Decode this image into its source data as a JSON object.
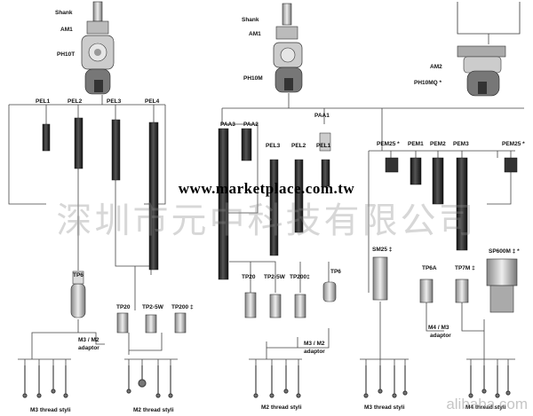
{
  "labels": {
    "left_shank": "Shank",
    "left_am1": "AM1",
    "left_head": "PH10T",
    "pel1_left": "PEL1",
    "pel2_left": "PEL2",
    "pel3_left": "PEL3",
    "pel4_left": "PEL4",
    "tp6_left": "TP6",
    "tp20_left": "TP20",
    "tp2_5w_left": "TP2-5W",
    "tp200_left": "TP200 ‡",
    "adaptor_left": "M3 / M2",
    "adaptor_left_2": "adaptor",
    "styli_m3_left": "M3 thread styli",
    "styli_m2_left": "M2 thread styli",
    "mid_shank": "Shank",
    "mid_am1": "AM1",
    "mid_head": "PH10M",
    "right_am2": "AM2",
    "right_head": "PH10MQ *",
    "paa1": "PAA1",
    "paa3": "PAA3",
    "paa2": "PAA2",
    "pel3_mid": "PEL3",
    "pel2_mid": "PEL2",
    "pel1_mid": "PEL1",
    "pem25_a": "PEM25 *",
    "pem1": "PEM1",
    "pem2": "PEM2",
    "pem3": "PEM3",
    "pem25_b": "PEM25 *",
    "sm25": "SM25 ‡",
    "tp6a": "TP6A",
    "tp7m": "TP7M ‡",
    "sp600m": "SP600M ‡ *",
    "tp20_mid": "TP20",
    "tp2_5w_mid": "TP2-5W",
    "tp200_mid": "TP200‡",
    "tp6_mid": "TP6",
    "adaptor_mid": "M3 / M2",
    "adaptor_mid_2": "adaptor",
    "adaptor_right": "M4 / M3",
    "adaptor_right_2": "adaptor",
    "styli_m2_mid": "M2 thread styli",
    "styli_m3_mid": "M3 thread styli",
    "styli_m4": "M4 thread styli"
  },
  "watermarks": {
    "url": "www.marketplace.com.tw",
    "company": "深圳市元中科技有限公司",
    "site": "alibaba.com"
  }
}
